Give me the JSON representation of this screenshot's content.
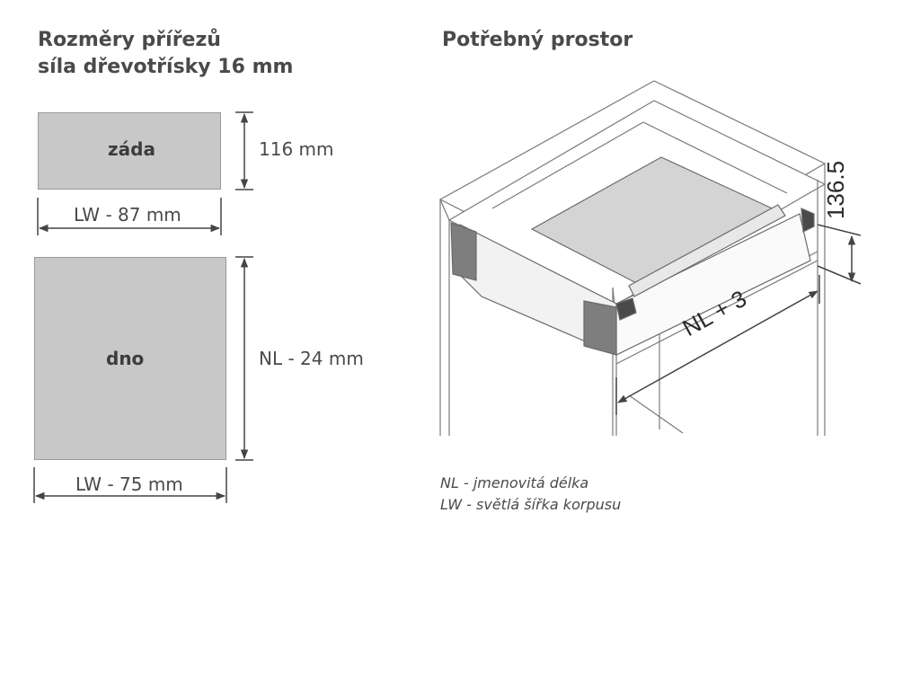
{
  "left_section": {
    "title_line1": "Rozměry přířezů",
    "title_line2": "síla dřevotřísky 16 mm",
    "back_panel": {
      "label": "záda",
      "height_label": "116 mm",
      "width_label": "LW - 87 mm"
    },
    "bottom_panel": {
      "label": "dno",
      "height_label": "NL - 24 mm",
      "width_label": "LW - 75 mm"
    }
  },
  "right_section": {
    "title": "Potřebný prostor",
    "height_dim": "136.5",
    "depth_dim": "NL + 3"
  },
  "legend": {
    "line1": "NL - jmenovitá délka",
    "line2": "LW - světlá šířka korpusu"
  },
  "colors": {
    "panel_fill": "#c8c8c8",
    "text": "#4a4a4a",
    "line": "#444444"
  }
}
